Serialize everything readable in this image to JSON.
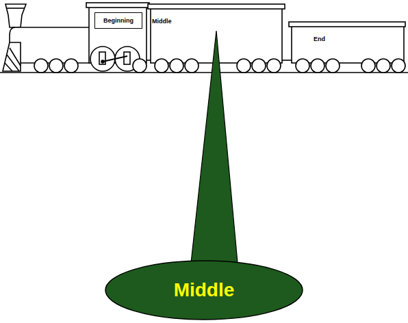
{
  "diagram": {
    "nodes": [
      {
        "text": [
          "Beginning"
        ]
      },
      {
        "text": [
          "Middle"
        ]
      },
      {
        "text": [
          "End"
        ]
      },
      {
        "text": [
          "Middle"
        ]
      }
    ],
    "edges": [
      {
        "from": 3,
        "to": 1,
        "arrow": "none"
      }
    ]
  }
}
